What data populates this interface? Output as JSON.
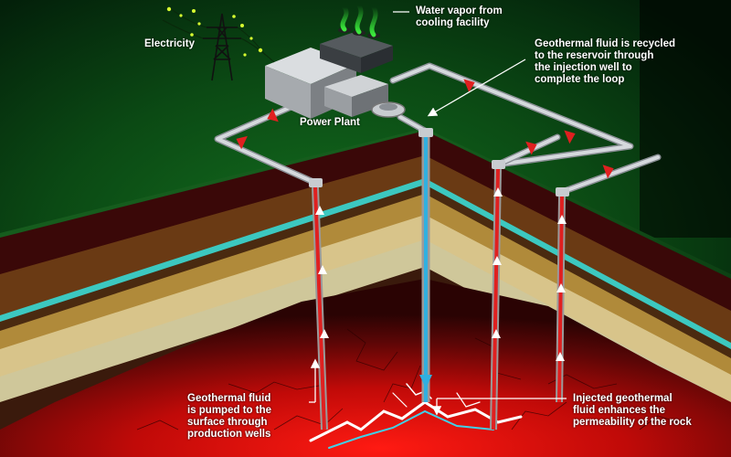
{
  "labels": {
    "electricity": "Electricity",
    "water_vapor": "Water vapor from\ncooling facility",
    "power_plant": "Power Plant",
    "recycled": "Geothermal fluid is recycled\nto the reservoir through\nthe injection well to\ncomplete the loop",
    "pumped": "Geothermal fluid\nis pumped to the\nsurface through\nproduction wells",
    "injected": "Injected geothermal\nfluid enhances the\npermeability of the rock"
  },
  "colors": {
    "sky": "#0f5a1c",
    "ground_surface": "#1f7a28",
    "hot_rock": "#e01010",
    "groundwater": "#3cc8c0",
    "production_pipe": "#e02020",
    "injection_pipe": "#30b0e0",
    "pipe_metal": "#c8ccd0"
  },
  "icons": [
    "electricity-tower-icon",
    "power-plant-icon",
    "steam-icon",
    "flow-arrow-icon"
  ]
}
